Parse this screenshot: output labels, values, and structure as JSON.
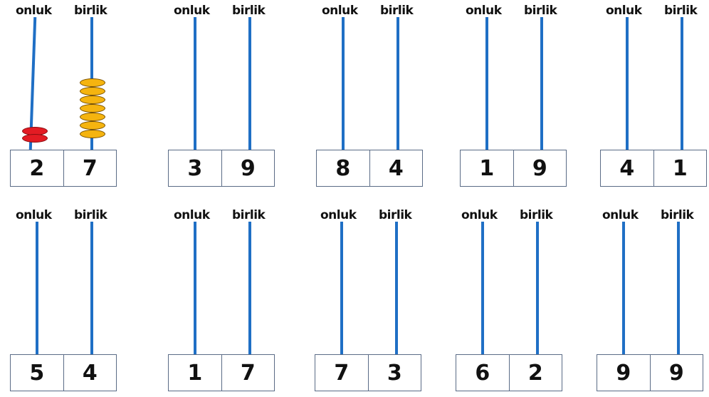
{
  "labels": {
    "tens": "onluk",
    "ones": "birlik"
  },
  "bead_colors": {
    "tens": "#e31b23",
    "ones": "#f5b40f"
  },
  "rod_color": "#1f6fc5",
  "abaci": [
    {
      "tens": "2",
      "ones": "7",
      "tens_beads": 2,
      "ones_beads": 7
    },
    {
      "tens": "3",
      "ones": "9"
    },
    {
      "tens": "8",
      "ones": "4"
    },
    {
      "tens": "1",
      "ones": "9"
    },
    {
      "tens": "4",
      "ones": "1"
    },
    {
      "tens": "5",
      "ones": "4"
    },
    {
      "tens": "1",
      "ones": "7"
    },
    {
      "tens": "7",
      "ones": "3"
    },
    {
      "tens": "6",
      "ones": "2"
    },
    {
      "tens": "9",
      "ones": "9"
    }
  ]
}
